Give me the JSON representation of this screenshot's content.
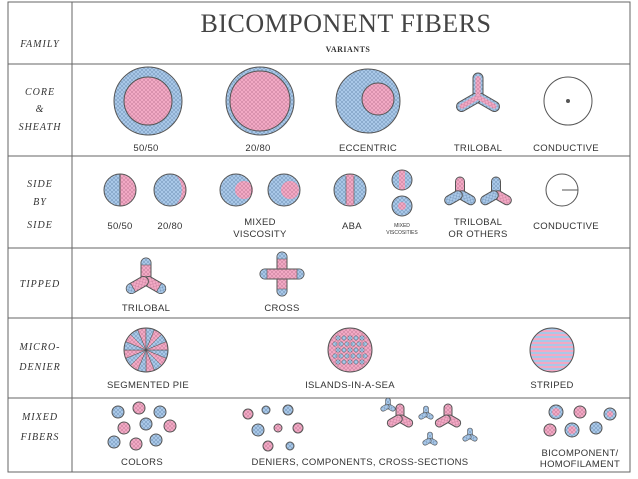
{
  "title": "BICOMPONENT FIBERS",
  "family_header": "FAMILY",
  "variants_header": "VARIANTS",
  "rows": [
    {
      "family_lines": [
        "CORE",
        "&",
        "SHEATH"
      ],
      "labels": [
        "50/50",
        "20/80",
        "ECCENTRIC",
        "TRILOBAL",
        "CONDUCTIVE"
      ]
    },
    {
      "family_lines": [
        "SIDE",
        "BY",
        "SIDE"
      ],
      "labels": [
        "50/50",
        "20/80",
        "MIXED",
        "VISCOSITY",
        "ABA",
        "MIXED",
        "VISCOSITIES",
        "TRILOBAL",
        "OR OTHERS",
        "CONDUCTIVE"
      ]
    },
    {
      "family_lines": [
        "TIPPED"
      ],
      "labels": [
        "TRILOBAL",
        "CROSS"
      ]
    },
    {
      "family_lines": [
        "MICRO-",
        "DENIER"
      ],
      "labels": [
        "SEGMENTED PIE",
        "ISLANDS-IN-A-SEA",
        "STRIPED"
      ]
    },
    {
      "family_lines": [
        "MIXED",
        "FIBERS"
      ],
      "labels": [
        "COLORS",
        "DENIERS, COMPONENTS, CROSS-SECTIONS",
        "BICOMPONENT/",
        "HOMOFILAMENT"
      ]
    }
  ],
  "colors": {
    "blue": "#a9c8e8",
    "pink": "#f2a9c4",
    "line": "#555555"
  }
}
